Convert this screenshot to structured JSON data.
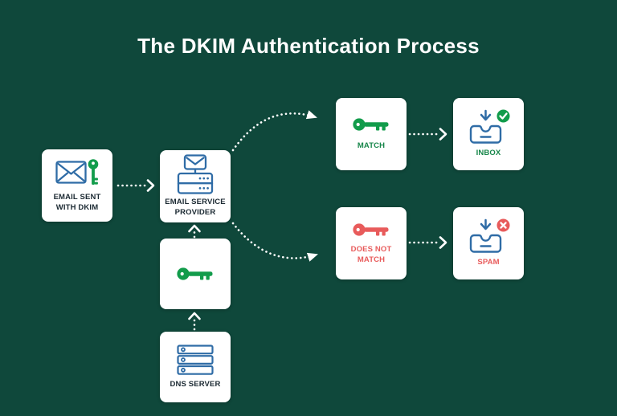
{
  "title": "The DKIM Authentication Process",
  "colors": {
    "background": "#0F483B",
    "card": "#FFFFFF",
    "blue": "#2F6CA6",
    "green": "#129C4B",
    "green-text": "#17864A",
    "red": "#E85B5B",
    "text-dark": "#1C2A33",
    "arrow": "#FFFFFF"
  },
  "nodes": {
    "email_sent": {
      "lines": [
        "EMAIL SENT",
        "WITH DKIM"
      ],
      "icon": "envelope-with-key-icon"
    },
    "esp": {
      "lines": [
        "EMAIL SERVICE",
        "PROVIDER"
      ],
      "icon": "mail-server-icon"
    },
    "dkim_key": {
      "lines": [],
      "icon": "green-key-icon"
    },
    "dns": {
      "lines": [
        "DNS SERVER"
      ],
      "icon": "server-stack-icon"
    },
    "match": {
      "lines": [
        "MATCH"
      ],
      "icon": "green-key-icon"
    },
    "inbox": {
      "lines": [
        "INBOX"
      ],
      "icon": "inbox-download-check-icon"
    },
    "no_match": {
      "lines": [
        "DOES NOT",
        "MATCH"
      ],
      "icon": "red-key-icon"
    },
    "spam": {
      "lines": [
        "SPAM"
      ],
      "icon": "inbox-download-cross-icon"
    }
  }
}
